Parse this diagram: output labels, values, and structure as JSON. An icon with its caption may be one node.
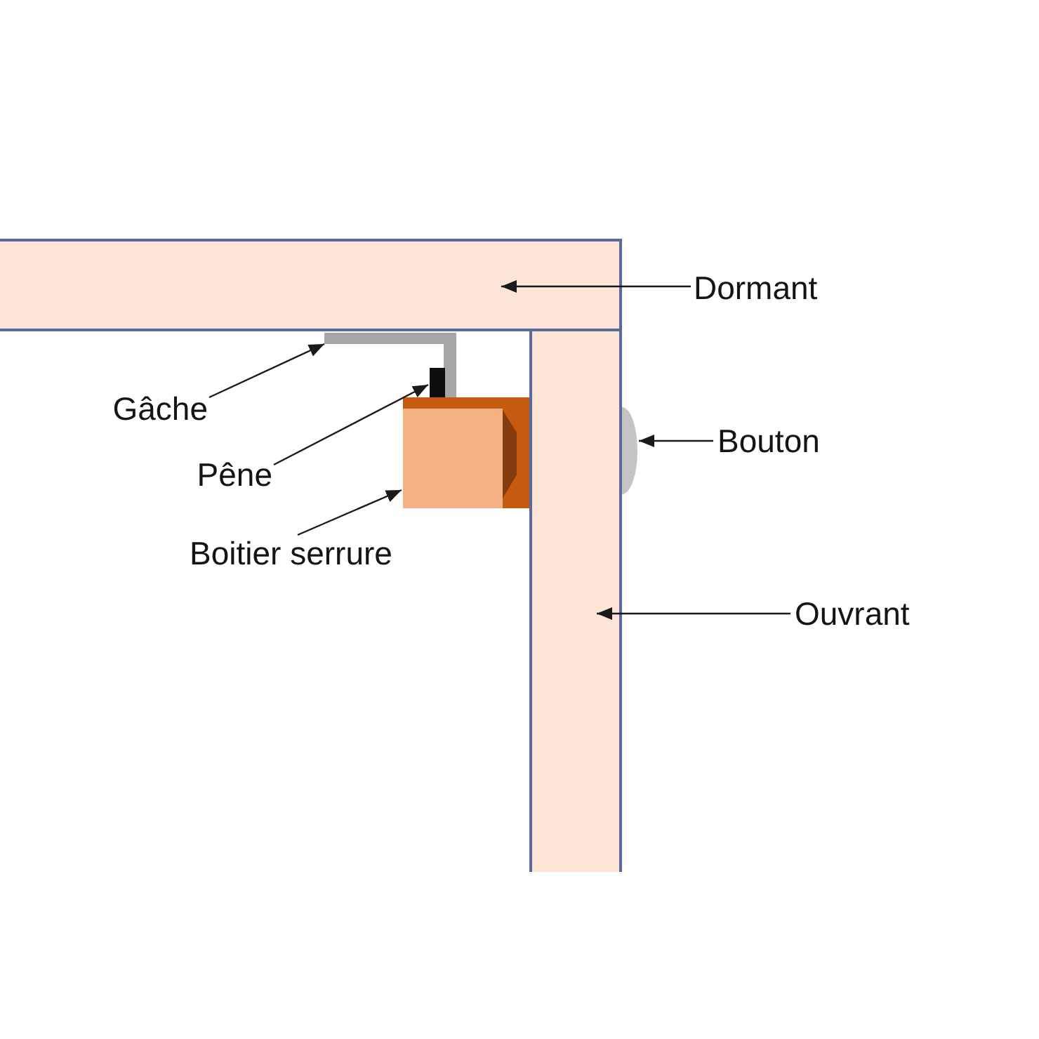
{
  "diagram": {
    "nodes": [
      {
        "text": [],
        "shape": "bar"
      },
      {
        "text": [
          "Dormant"
        ]
      },
      {
        "text": [],
        "shape": "bracket"
      },
      {
        "text": [],
        "shape": "bar"
      },
      {
        "text": [],
        "shape": "bar"
      },
      {
        "text": [
          "Gâche"
        ]
      },
      {
        "text": [],
        "shape": "box"
      },
      {
        "text": [],
        "shape": "dome"
      },
      {
        "text": [
          "Bouton"
        ]
      },
      {
        "text": [
          "Pêne"
        ]
      },
      {
        "text": [
          "Boitier serrure"
        ]
      },
      {
        "text": [
          "Ouvrant"
        ]
      }
    ],
    "edges": [
      {
        "from": 1,
        "to": 0,
        "arrow": "to"
      },
      {
        "from": 5,
        "to": 2,
        "arrow": "to"
      },
      {
        "from": 8,
        "to": 7,
        "arrow": "to"
      },
      {
        "from": 9,
        "to": 4,
        "arrow": "to"
      },
      {
        "from": 10,
        "to": 6,
        "arrow": "to"
      },
      {
        "from": 11,
        "to": 3,
        "arrow": "to"
      }
    ]
  }
}
